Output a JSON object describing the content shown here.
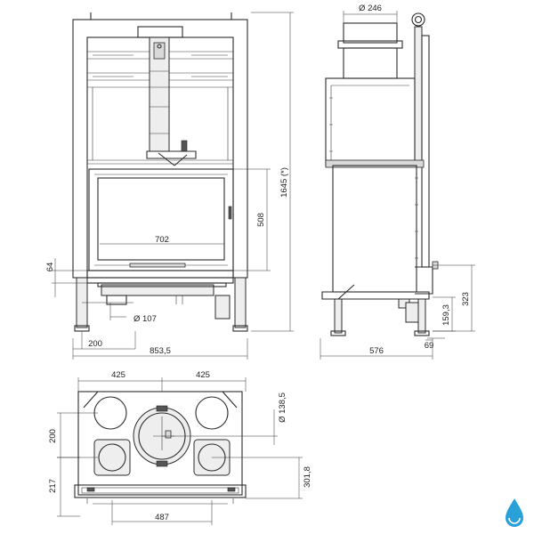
{
  "dimensions": {
    "flue_diameter": "Ø 246",
    "overall_height": "1645 (*)",
    "door_height": "508",
    "door_width": "702",
    "base_height": "64",
    "outlet_diameter": "Ø 107",
    "leg_offset": "200",
    "overall_width": "853,5",
    "side_depth": "576",
    "side_leg_offset": "69",
    "side_inlet_height": "159,3",
    "side_leg_height": "323",
    "plan_left_half": "425",
    "plan_right_half": "425",
    "plan_center_diameter": "Ø 138,5",
    "plan_row_spacing": "200",
    "plan_front_offset": "217",
    "plan_depth": "301,8",
    "plan_bottom_width": "487"
  },
  "colors": {
    "line": "#2b2b2b",
    "brand": "#2aa0d8"
  },
  "icons": {
    "brand_logo": "water-drop-logo-icon"
  }
}
